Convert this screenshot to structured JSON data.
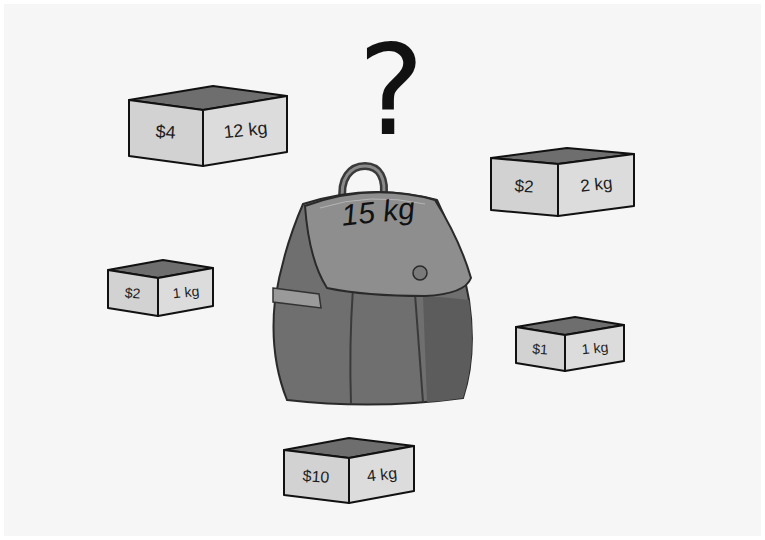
{
  "diagram": {
    "nodes": [
      {
        "text": [
          "$4",
          "12 kg"
        ]
      },
      {
        "text": [
          "$2",
          "2 kg"
        ]
      },
      {
        "text": [
          "15 kg"
        ]
      },
      {
        "text": [
          "$2",
          "1 kg"
        ]
      },
      {
        "text": [
          "$1",
          "1 kg"
        ]
      },
      {
        "text": [
          "$10",
          "4 kg"
        ]
      }
    ],
    "labels": [
      "?"
    ]
  }
}
